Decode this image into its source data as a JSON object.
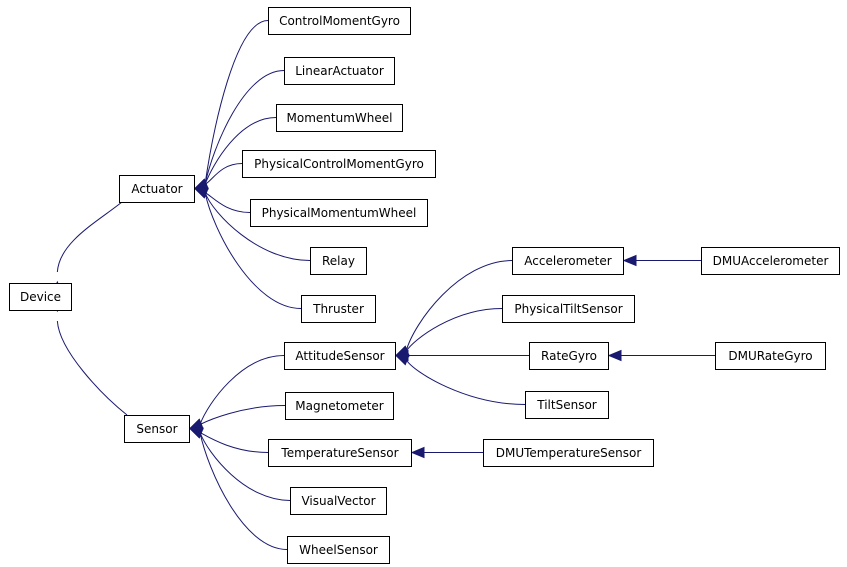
{
  "colors": {
    "edge": "#191970",
    "node_border": "#000000",
    "node_fill": "#ffffff",
    "background": "#ffffff"
  },
  "nodes": [
    {
      "id": "device",
      "label": "Device"
    },
    {
      "id": "actuator",
      "label": "Actuator"
    },
    {
      "id": "sensor",
      "label": "Sensor"
    },
    {
      "id": "controlmomentgyro",
      "label": "ControlMomentGyro"
    },
    {
      "id": "linearactuator",
      "label": "LinearActuator"
    },
    {
      "id": "momentumwheel",
      "label": "MomentumWheel"
    },
    {
      "id": "physicalcontrolmomentgyro",
      "label": "PhysicalControlMomentGyro"
    },
    {
      "id": "physicalmomentumwheel",
      "label": "PhysicalMomentumWheel"
    },
    {
      "id": "relay",
      "label": "Relay"
    },
    {
      "id": "thruster",
      "label": "Thruster"
    },
    {
      "id": "attitudesensor",
      "label": "AttitudeSensor"
    },
    {
      "id": "magnetometer",
      "label": "Magnetometer"
    },
    {
      "id": "temperaturesensor",
      "label": "TemperatureSensor"
    },
    {
      "id": "visualvector",
      "label": "VisualVector"
    },
    {
      "id": "wheelsensor",
      "label": "WheelSensor"
    },
    {
      "id": "accelerometer",
      "label": "Accelerometer"
    },
    {
      "id": "physicaltiltsensor",
      "label": "PhysicalTiltSensor"
    },
    {
      "id": "rategyro",
      "label": "RateGyro"
    },
    {
      "id": "tiltsensor",
      "label": "TiltSensor"
    },
    {
      "id": "dmuaccelerometer",
      "label": "DMUAccelerometer"
    },
    {
      "id": "dmurategyro",
      "label": "DMURateGyro"
    },
    {
      "id": "dmutemperaturesensor",
      "label": "DMUTemperatureSensor"
    }
  ],
  "edges": [
    {
      "from": "actuator",
      "to": "device"
    },
    {
      "from": "sensor",
      "to": "device"
    },
    {
      "from": "controlmomentgyro",
      "to": "actuator"
    },
    {
      "from": "linearactuator",
      "to": "actuator"
    },
    {
      "from": "momentumwheel",
      "to": "actuator"
    },
    {
      "from": "physicalcontrolmomentgyro",
      "to": "actuator"
    },
    {
      "from": "physicalmomentumwheel",
      "to": "actuator"
    },
    {
      "from": "relay",
      "to": "actuator"
    },
    {
      "from": "thruster",
      "to": "actuator"
    },
    {
      "from": "attitudesensor",
      "to": "sensor"
    },
    {
      "from": "magnetometer",
      "to": "sensor"
    },
    {
      "from": "temperaturesensor",
      "to": "sensor"
    },
    {
      "from": "visualvector",
      "to": "sensor"
    },
    {
      "from": "wheelsensor",
      "to": "sensor"
    },
    {
      "from": "accelerometer",
      "to": "attitudesensor"
    },
    {
      "from": "physicaltiltsensor",
      "to": "attitudesensor"
    },
    {
      "from": "rategyro",
      "to": "attitudesensor"
    },
    {
      "from": "tiltsensor",
      "to": "attitudesensor"
    },
    {
      "from": "dmuaccelerometer",
      "to": "accelerometer"
    },
    {
      "from": "dmurategyro",
      "to": "rategyro"
    },
    {
      "from": "dmutemperaturesensor",
      "to": "temperaturesensor"
    }
  ]
}
